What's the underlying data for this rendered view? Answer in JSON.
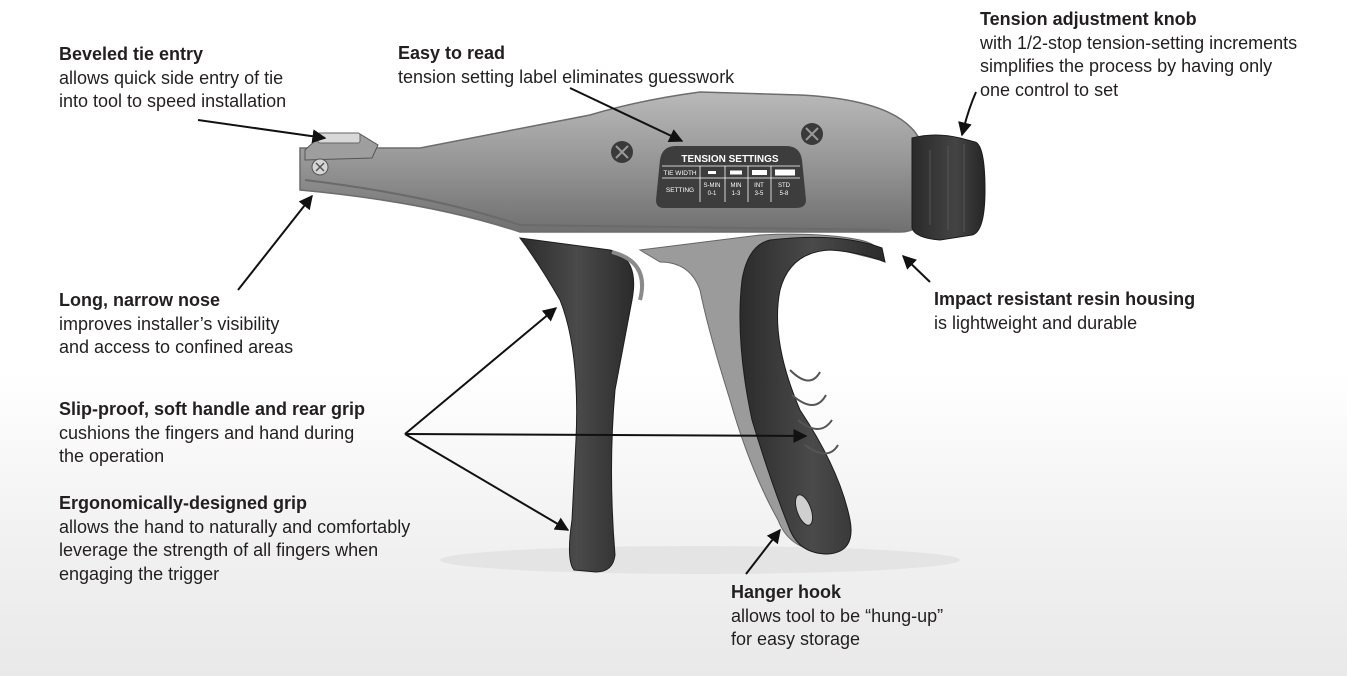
{
  "callouts": {
    "beveled": {
      "title": "Beveled tie entry",
      "lines": [
        "allows quick side entry of tie",
        "into tool to speed installation"
      ]
    },
    "easy": {
      "title": "Easy to read",
      "lines": [
        "tension setting label eliminates guesswork"
      ]
    },
    "knob": {
      "title": "Tension adjustment knob",
      "lines": [
        "with 1/2-stop tension-setting increments",
        "simplifies the process by having only",
        "one control to set"
      ]
    },
    "nose": {
      "title": "Long, narrow nose",
      "lines": [
        "improves installer’s visibility",
        "and access to confined areas"
      ]
    },
    "housing": {
      "title": "Impact resistant resin housing",
      "lines": [
        "is lightweight and durable"
      ]
    },
    "slip": {
      "title": "Slip-proof, soft handle and rear grip",
      "lines": [
        "cushions the fingers and hand during",
        "the operation"
      ]
    },
    "ergo": {
      "title": "Ergonomically-designed grip",
      "lines": [
        "allows the hand to naturally and comfortably",
        "leverage the strength of all fingers when",
        "engaging the trigger"
      ]
    },
    "hook": {
      "title": "Hanger hook",
      "lines": [
        "allows tool to be “hung-up”",
        "for easy storage"
      ]
    }
  },
  "tension_label": {
    "title": "TENSION SETTINGS",
    "row1_label": "TIE WIDTH",
    "row2_label": "SETTING",
    "settings": [
      {
        "name": "S-MIN",
        "range": "0-1"
      },
      {
        "name": "MIN",
        "range": "1-3"
      },
      {
        "name": "INT",
        "range": "3-5"
      },
      {
        "name": "STD",
        "range": "5-8"
      }
    ]
  },
  "colors": {
    "text": "#231f20",
    "body_gray": "#8f8f8f",
    "grip_black": "#3a3a3a",
    "label_bg": "#3d3d3d"
  }
}
